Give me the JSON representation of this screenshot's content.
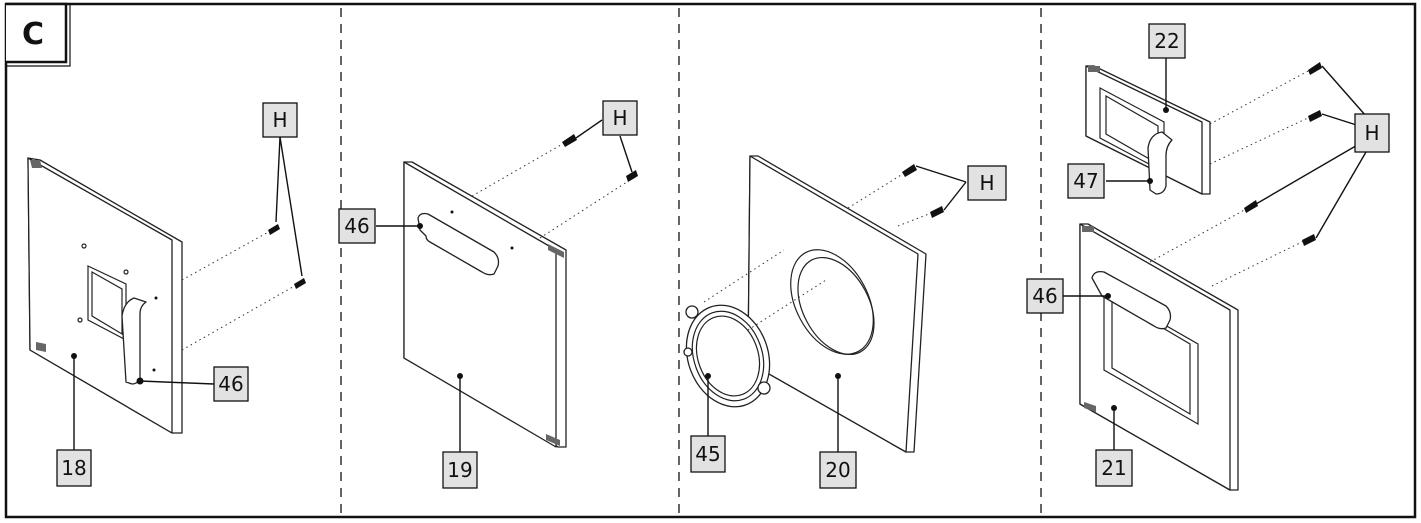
{
  "section": {
    "letter": "C"
  },
  "callouts": {
    "panel_18": "18",
    "panel_19": "19",
    "panel_20": "20",
    "panel_21": "21",
    "panel_22": "22",
    "part_45": "45",
    "part_46_a": "46",
    "part_46_b": "46",
    "part_46_c": "46",
    "part_47": "47",
    "hardware_a": "H",
    "hardware_b": "H",
    "hardware_c": "H",
    "hardware_d": "H"
  },
  "colors": {
    "label_fill": "#e2e2e2",
    "line": "#111111",
    "background": "#ffffff"
  }
}
